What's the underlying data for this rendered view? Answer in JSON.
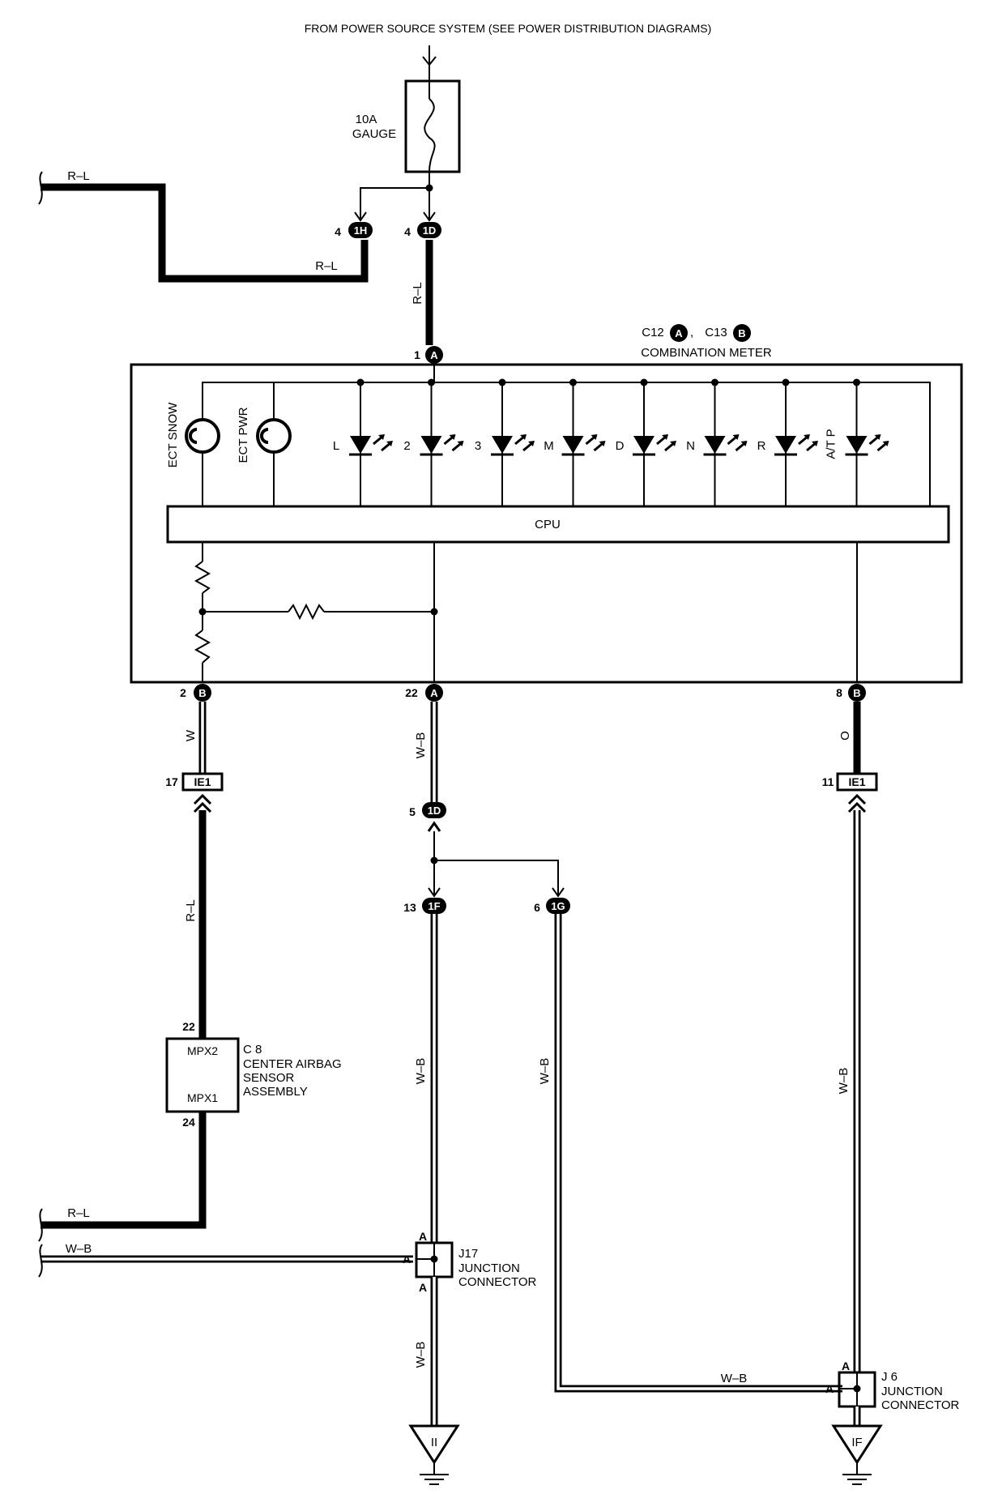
{
  "header": "FROM POWER SOURCE SYSTEM (SEE POWER DISTRIBUTION DIAGRAMS)",
  "fuse": {
    "rating": "10A",
    "name": "GAUGE"
  },
  "meter": {
    "connector_a": "C12",
    "connector_a_letter": "A",
    "connector_b": "C13",
    "connector_b_letter": "B",
    "name": "COMBINATION METER",
    "cpu": "CPU",
    "indicators": [
      "ECT SNOW",
      "ECT PWR"
    ],
    "leds": [
      "L",
      "2",
      "3",
      "M",
      "D",
      "N",
      "R",
      "A/T P"
    ]
  },
  "connectors": {
    "c1H": {
      "pin": "4",
      "id": "1H"
    },
    "c1D_top": {
      "pin": "4",
      "id": "1D"
    },
    "meter_in": {
      "pin": "1",
      "id": "A"
    },
    "meter_out_left": {
      "pin": "2",
      "id": "B"
    },
    "meter_out_mid": {
      "pin": "22",
      "id": "A"
    },
    "meter_out_right": {
      "pin": "8",
      "id": "B"
    },
    "ie1_left": {
      "pin": "17",
      "id": "IE1"
    },
    "ie1_right": {
      "pin": "11",
      "id": "IE1"
    },
    "c1D_mid": {
      "pin": "5",
      "id": "1D"
    },
    "c1F": {
      "pin": "13",
      "id": "1F"
    },
    "c1G": {
      "pin": "6",
      "id": "1G"
    }
  },
  "wires": {
    "rl_top_left": "R–L",
    "rl_top_right": "R–L",
    "rl_vertical": "R–L",
    "w": "W",
    "wb_mid": "W–B",
    "o": "O",
    "rl_airbag": "R–L",
    "wb_1f": "W–B",
    "wb_1g": "W–B",
    "wb_right": "W–B",
    "rl_bottom": "R–L",
    "wb_bottom": "W–B",
    "wb_j17": "W–B",
    "wb_j6": "W–B"
  },
  "airbag": {
    "code": "C 8",
    "name_lines": [
      "CENTER AIRBAG",
      "SENSOR",
      "ASSEMBLY"
    ],
    "pin_top": "22",
    "pin_bottom": "24",
    "terminal_top": "MPX2",
    "terminal_bottom": "MPX1"
  },
  "j17": {
    "code": "J17",
    "name_lines": [
      "JUNCTION",
      "CONNECTOR"
    ],
    "pin": "A"
  },
  "j6": {
    "code": "J 6",
    "name_lines": [
      "JUNCTION",
      "CONNECTOR"
    ],
    "pin": "A"
  },
  "grounds": {
    "left": "II",
    "right": "IF"
  }
}
